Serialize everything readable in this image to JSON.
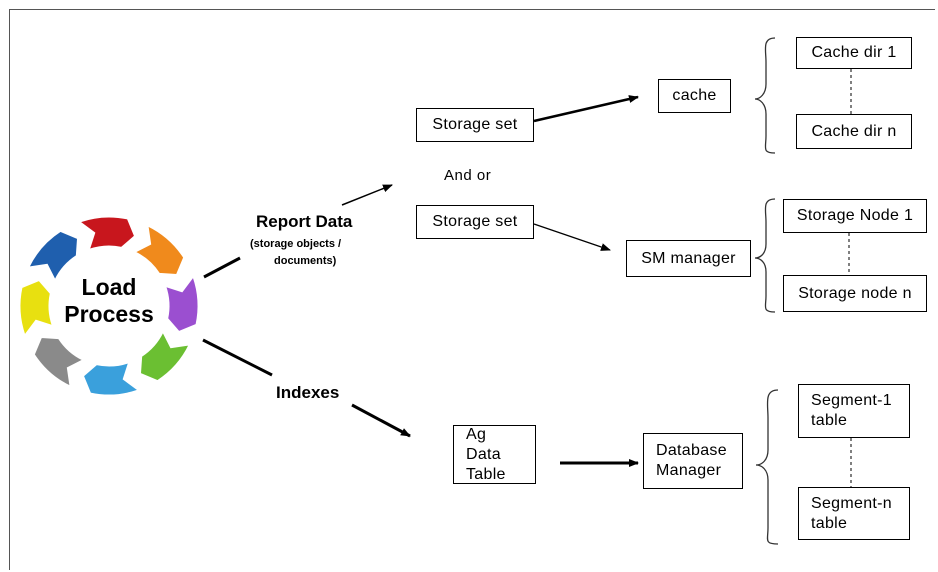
{
  "center": {
    "line1": "Load",
    "line2": "Process"
  },
  "branches": {
    "report": {
      "title": "Report Data",
      "subtitle_line1": "(storage objects /",
      "subtitle_line2": "documents)"
    },
    "indexes": {
      "title": "Indexes"
    }
  },
  "connector": "And or",
  "nodes": {
    "storage_set_1": "Storage set",
    "storage_set_2": "Storage set",
    "cache": "cache",
    "sm_manager": "SM manager",
    "agdata_table": "Ag Data\nTable",
    "database_manager": "Database\nManager"
  },
  "groups": {
    "cache_dirs": [
      "Cache dir 1",
      "Cache dir n"
    ],
    "storage_nodes": [
      "Storage Node 1",
      "Storage node n"
    ],
    "segments": [
      "Segment-1\ntable",
      "Segment-n\ntable"
    ]
  },
  "colors": {
    "cycle": [
      "#c8161d",
      "#f08a1c",
      "#9b4fd0",
      "#6bbf32",
      "#3aa0dc",
      "#8a8a8a",
      "#e8e010",
      "#1f5fae"
    ]
  }
}
